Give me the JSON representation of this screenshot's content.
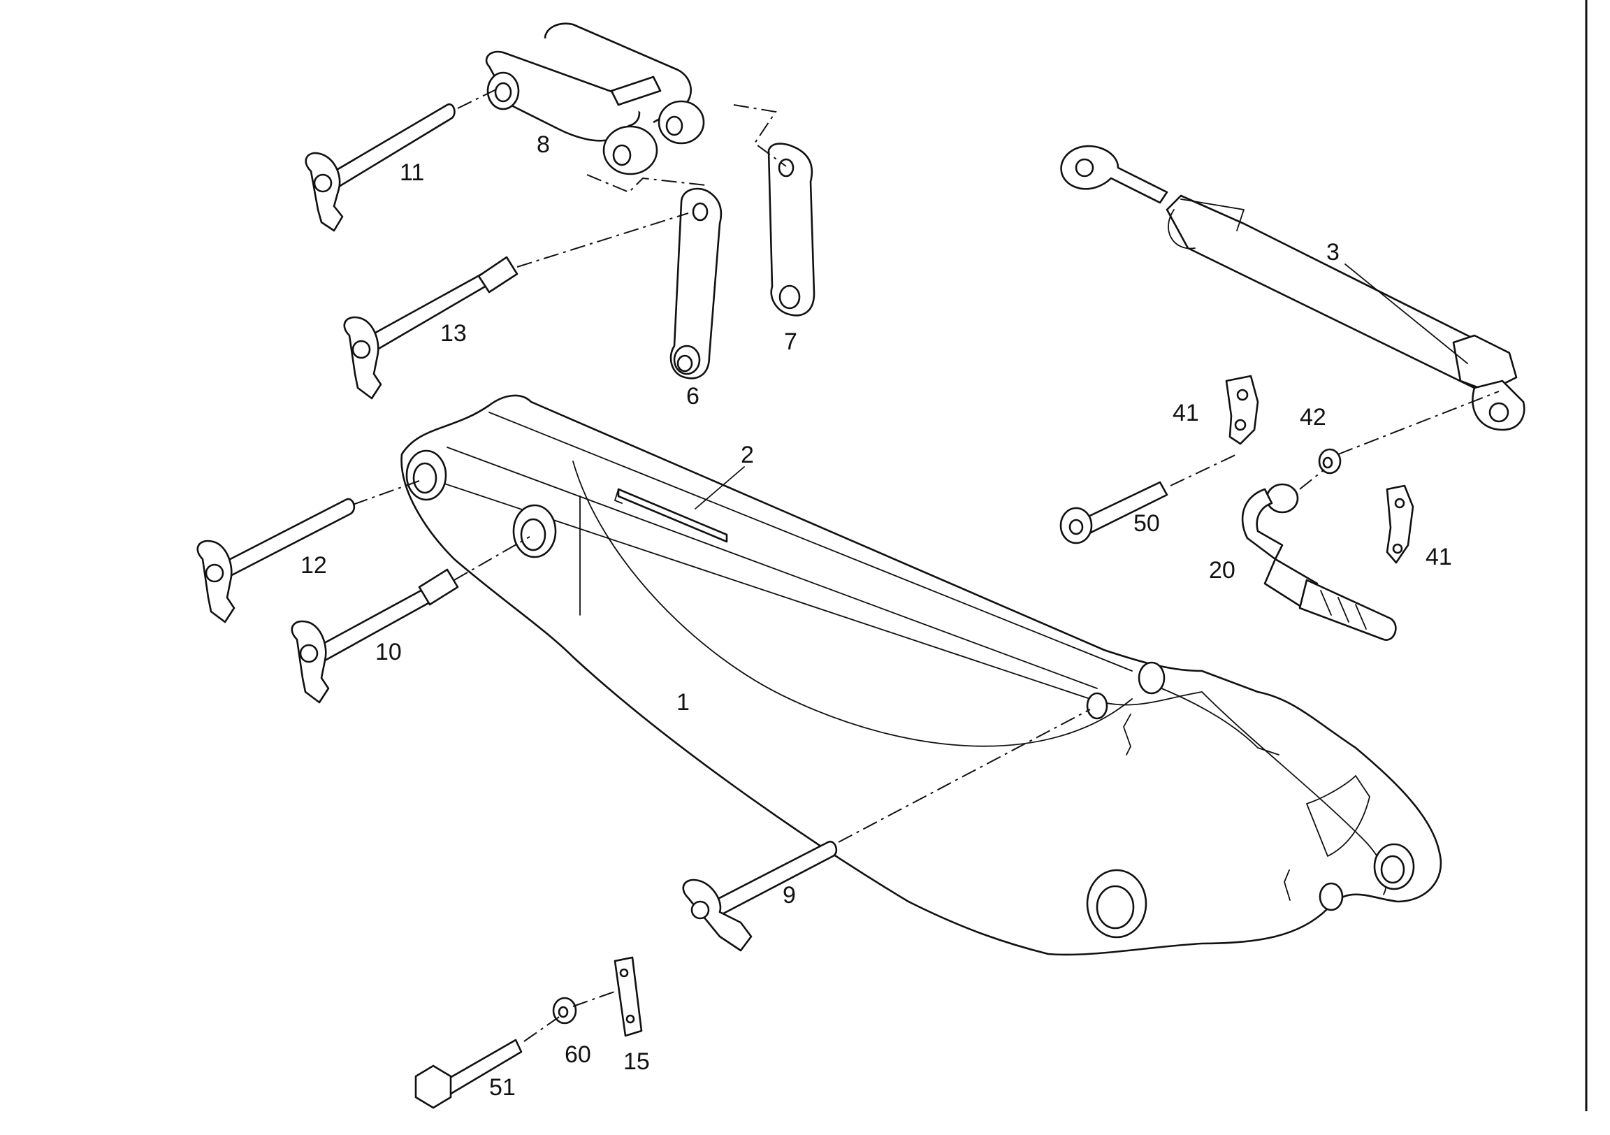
{
  "labels": {
    "p1": "1",
    "p2": "2",
    "p3": "3",
    "p6": "6",
    "p7": "7",
    "p8": "8",
    "p9": "9",
    "p10": "10",
    "p11": "11",
    "p12": "12",
    "p13": "13",
    "p15": "15",
    "p20": "20",
    "p41a": "41",
    "p41b": "41",
    "p42": "42",
    "p50": "50",
    "p51": "51",
    "p60": "60"
  }
}
